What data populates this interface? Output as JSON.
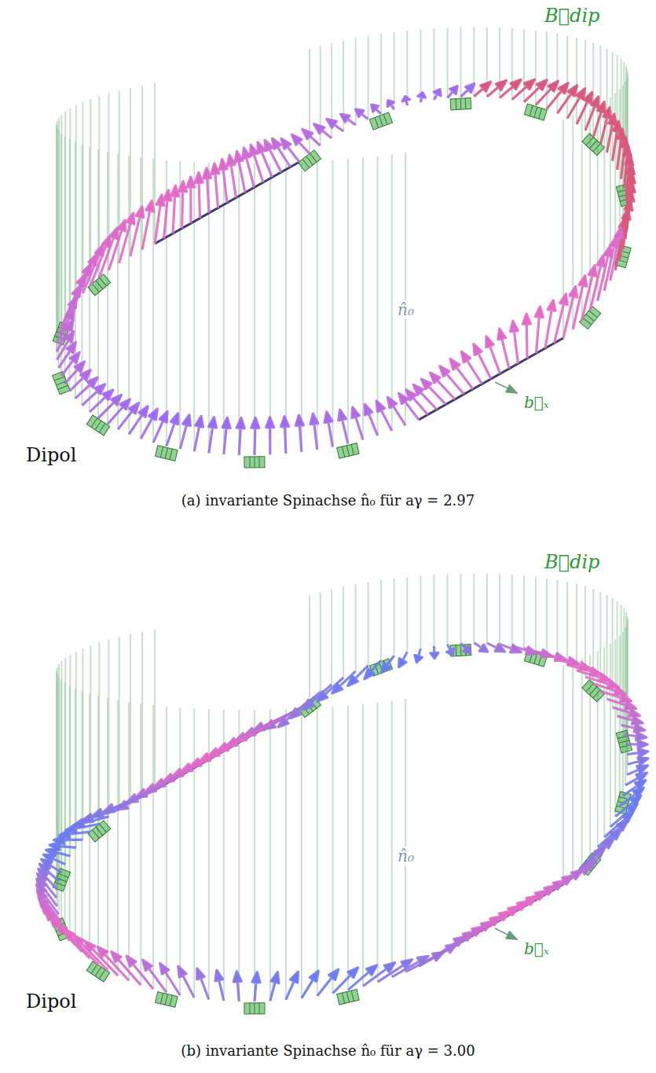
{
  "diagram": {
    "labels": [
      "B⃗dip",
      "n̂₀",
      "b⃗ₓ",
      "Dipol",
      "(a) invariante Spinachse n̂₀ für aγ = 2.97",
      "B⃗dip",
      "n̂₀",
      "b⃗ₓ",
      "Dipol",
      "(b) invariante Spinachse n̂₀ für aγ = 3.00"
    ]
  }
}
